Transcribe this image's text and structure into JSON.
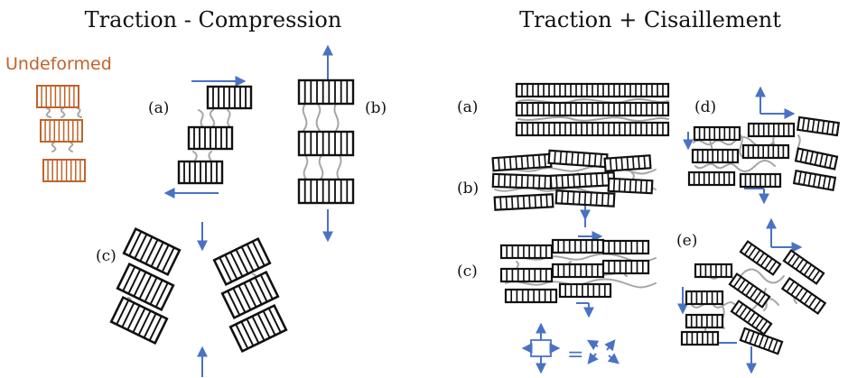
{
  "titles": {
    "left": "Traction - Compression",
    "right": "Traction + Cisaillement"
  },
  "undeformed_label": "Undeformed",
  "panel_labels": {
    "left_a": "(a)",
    "left_b": "(b)",
    "left_c": "(c)",
    "right_a": "(a)",
    "right_b": "(b)",
    "right_c": "(c)",
    "right_d": "(d)",
    "right_e": "(e)"
  },
  "equals_sign": "=",
  "colors": {
    "lamella": "#111111",
    "undeformed": "#c0632a",
    "chain": "#a6a6a6",
    "arrow": "#4a72c4"
  }
}
